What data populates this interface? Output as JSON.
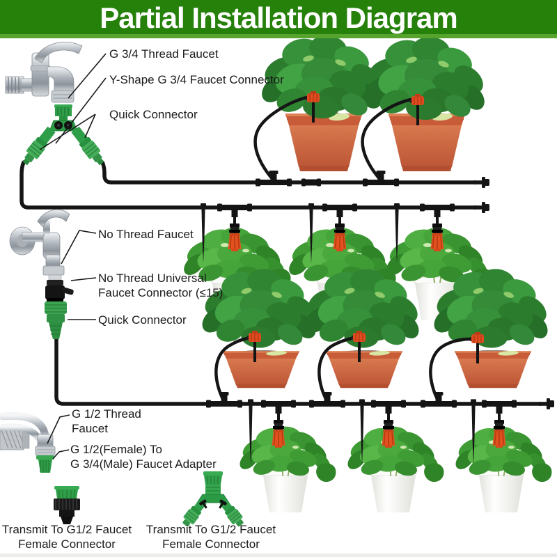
{
  "header": {
    "title": "Partial Installation Diagram"
  },
  "callouts": {
    "g34_thread_faucet": "G 3/4 Thread Faucet",
    "y_shape_connector": "Y-Shape G 3/4 Faucet Connector",
    "quick_connector_top": "Quick Connector",
    "no_thread_faucet": "No Thread Faucet",
    "universal_connector_line1": "No Thread Universal",
    "universal_connector_line2": "Faucet Connector (≤15)",
    "quick_connector_middle": "Quick Connector",
    "g12_thread_faucet_line1": "G 1/2 Thread",
    "g12_thread_faucet_line2": "Faucet",
    "g12_adapter_line1": "G 1/2(Female) To",
    "g12_adapter_line2": "G 3/4(Male) Faucet Adapter"
  },
  "captions": {
    "transmit_connector_1_line1": "Transmit To G1/2 Faucet",
    "transmit_connector_1_line2": "Female Connector",
    "transmit_connector_2_line1": "Transmit To G1/2 Faucet",
    "transmit_connector_2_line2": "Female Connector"
  },
  "illustrations": [
    "g34-thread-faucet",
    "y-shape-g34-faucet-connector",
    "quick-connectors",
    "no-thread-faucet",
    "no-thread-universal-faucet-connector",
    "quick-connector",
    "g12-thread-faucet",
    "g12-female-to-g34-male-adapter",
    "straight-transmit-connector",
    "y-transmit-connector",
    "drip-tubing-network",
    "tee-connectors",
    "end-plugs",
    "ground-stakes",
    "adjustable-drippers",
    "terracotta-potted-plants",
    "white-potted-plants"
  ],
  "colors": {
    "header_green": "#26810b",
    "header_strip_green": "#56a42e",
    "tube_black": "#151515",
    "connector_green": "#2f9e49",
    "dripper_orange": "#e3511f",
    "pot_terracotta": "#c85c39",
    "pot_white": "#f4f4f1",
    "leaf_green_dark": "#2c7c2e",
    "leaf_green_light": "#4fae41"
  }
}
